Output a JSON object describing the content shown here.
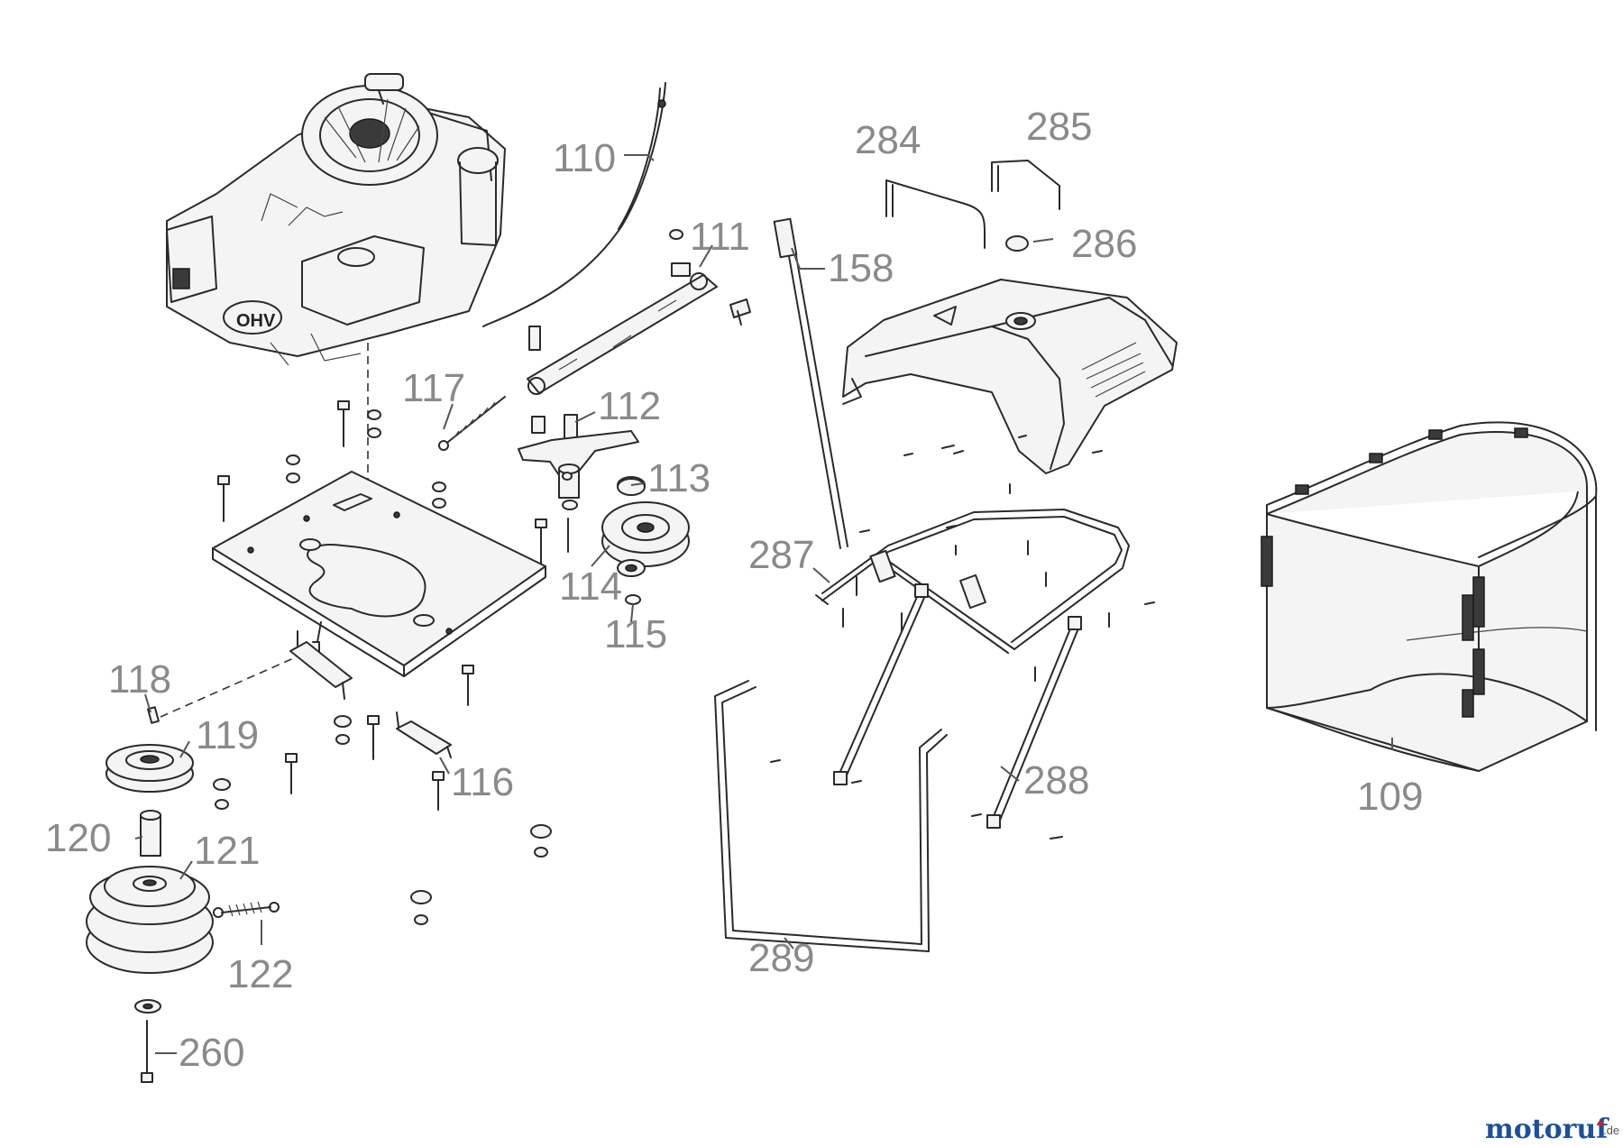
{
  "diagram": {
    "part_numbers": [
      "110",
      "111",
      "158",
      "284",
      "285",
      "286",
      "117",
      "112",
      "113",
      "114",
      "115",
      "287",
      "118",
      "119",
      "116",
      "288",
      "109",
      "120",
      "121",
      "122",
      "289",
      "260"
    ]
  },
  "brand": {
    "text_main": "motoruf",
    "text_suffix": ".de",
    "colors": {
      "main": "#1f4f9a",
      "accent": "#e2a21a",
      "dot": "#cc2222"
    }
  }
}
